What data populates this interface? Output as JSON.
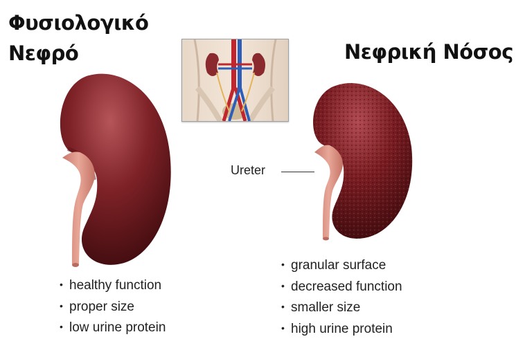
{
  "healthy": {
    "title_line1": "Φυσιολογικό",
    "title_line2": "Νεφρό",
    "features": [
      "healthy function",
      "proper size",
      "low urine protein"
    ]
  },
  "diseased": {
    "title": "Νεφρική Νόσος",
    "ureter_label": "Ureter",
    "features": [
      "granular surface",
      "decreased function",
      "smaller size",
      "high urine protein"
    ]
  },
  "colors": {
    "kidney_dark": "#4a0f12",
    "kidney_mid": "#8a2a2e",
    "kidney_light": "#b5555a",
    "ureter": "#d99182",
    "artery": "#c0262d",
    "vein": "#2d5fb8"
  }
}
